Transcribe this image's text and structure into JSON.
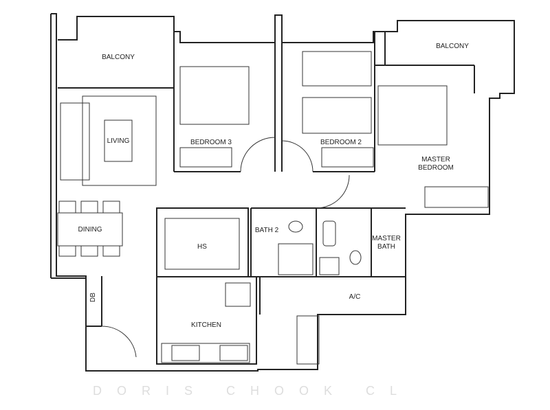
{
  "rooms": {
    "balcony_left": "BALCONY",
    "balcony_right": "BALCONY",
    "living": "LIVING",
    "bedroom3": "BEDROOM 3",
    "bedroom2": "BEDROOM 2",
    "master_bedroom_1": "MASTER",
    "master_bedroom_2": "BEDROOM",
    "dining": "DINING",
    "hs": "HS",
    "bath2": "BATH 2",
    "master_bath_1": "MASTER",
    "master_bath_2": "BATH",
    "ac": "A/C",
    "db": "DB",
    "kitchen": "KITCHEN"
  },
  "watermark": "DORIS CHOOK CL",
  "colors": {
    "line": "#222222",
    "background": "#ffffff"
  }
}
